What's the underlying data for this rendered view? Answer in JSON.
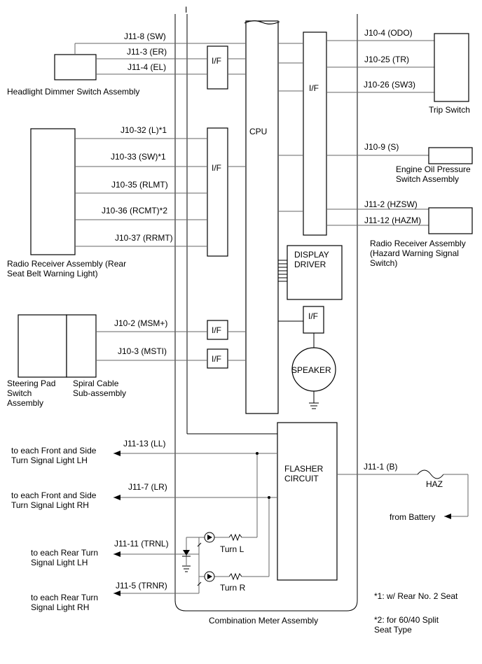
{
  "meter": {
    "label": "Combination Meter Assembly",
    "cpu": "CPU",
    "if_label": "I/F",
    "display_driver": [
      "DISPLAY",
      "DRIVER"
    ],
    "speaker": "SPEAKER",
    "flasher": [
      "FLASHER",
      "CIRCUIT"
    ],
    "marker": "I"
  },
  "left_signals": {
    "j11_8": "J11-8 (SW)",
    "j11_3": "J11-3 (ER)",
    "j11_4": "J11-4 (EL)",
    "j10_32": "J10-32 (L)*1",
    "j10_33": "J10-33 (SW)*1",
    "j10_35": "J10-35 (RLMT)",
    "j10_36": "J10-36 (RCMT)*2",
    "j10_37": "J10-37 (RRMT)",
    "j10_2": "J10-2 (MSM+)",
    "j10_3": "J10-3 (MSTI)",
    "j11_13": "J11-13 (LL)",
    "j11_7": "J11-7 (LR)",
    "j11_11": "J11-11 (TRNL)",
    "j11_5": "J11-5 (TRNR)"
  },
  "right_signals": {
    "j10_4": "J10-4 (ODO)",
    "j10_25": "J10-25 (TR)",
    "j10_26": "J10-26 (SW3)",
    "j10_9": "J10-9 (S)",
    "j11_2": "J11-2 (HZSW)",
    "j11_12": "J11-12 (HAZM)",
    "j11_1": "J11-1 (B)"
  },
  "components": {
    "headlight": "Headlight Dimmer Switch Assembly",
    "radio_left": [
      "Radio Receiver Assembly (Rear",
      "Seat Belt Warning Light)"
    ],
    "steering_pad": [
      "Steering Pad",
      "Switch",
      "Assembly"
    ],
    "spiral_cable": [
      "Spiral Cable",
      "Sub-assembly"
    ],
    "trip_switch": "Trip Switch",
    "oil_pressure": [
      "Engine Oil Pressure",
      "Switch Assembly"
    ],
    "radio_right": [
      "Radio Receiver Assembly",
      "(Hazard Warning Signal",
      "Switch)"
    ],
    "haz": "HAZ",
    "from_battery": "from Battery",
    "turn_l": "Turn L",
    "turn_r": "Turn R"
  },
  "outputs": {
    "front_lh": [
      "to each Front and Side",
      "Turn  Signal Light LH"
    ],
    "front_rh": [
      "to each Front and Side",
      "Turn  Signal Light RH"
    ],
    "rear_lh": [
      "to each Rear Turn",
      "Signal Light LH"
    ],
    "rear_rh": [
      "to each Rear Turn",
      "Signal Light RH"
    ]
  },
  "notes": {
    "note1": "*1: w/ Rear No. 2 Seat",
    "note2": [
      "*2: for 60/40 Split",
      "Seat Type"
    ]
  },
  "colors": {
    "line": "#000000",
    "background": "#ffffff"
  }
}
